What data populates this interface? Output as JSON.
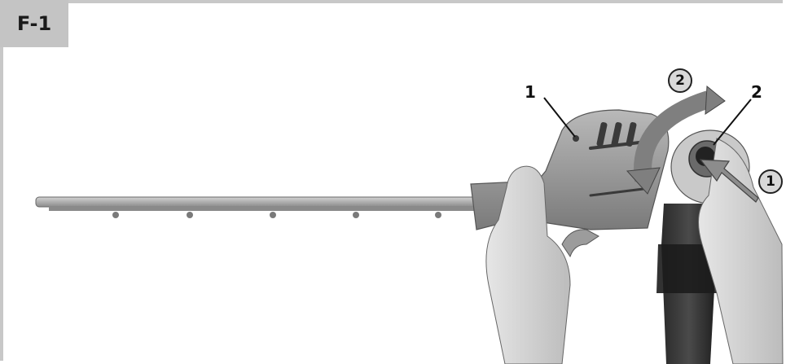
{
  "figure": {
    "label": "F-1"
  },
  "callouts": {
    "part_1": "1",
    "part_2": "2",
    "step_1": "1",
    "step_2": "2"
  }
}
